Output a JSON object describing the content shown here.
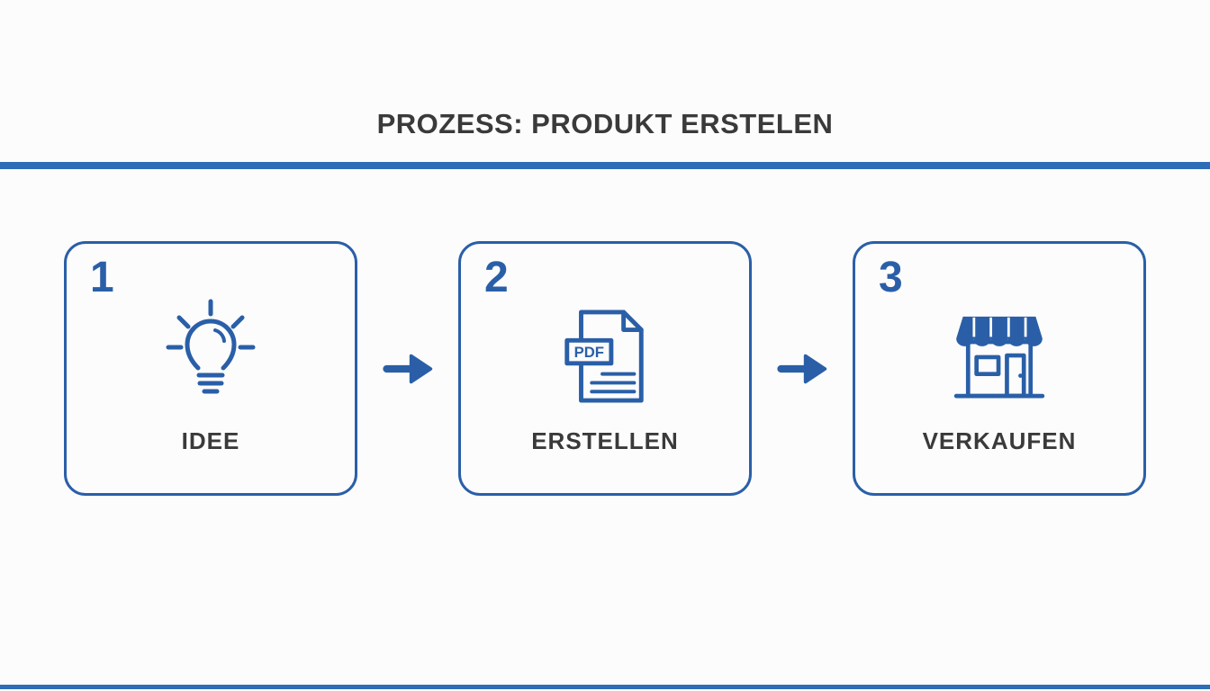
{
  "page": {
    "title": "PROZESS: PRODUKT ERSTELEN"
  },
  "steps": [
    {
      "number": "1",
      "label": "IDEE",
      "icon": "lightbulb-icon"
    },
    {
      "number": "2",
      "label": "ERSTELLEN",
      "icon": "pdf-document-icon",
      "icon_text": "PDF"
    },
    {
      "number": "3",
      "label": "VERKAUFEN",
      "icon": "storefront-icon"
    }
  ],
  "colors": {
    "accent_blue": "#2a5fa8",
    "divider_blue": "#2e6db8",
    "text_dark": "#3a3a3a",
    "background": "#fcfcfc"
  }
}
